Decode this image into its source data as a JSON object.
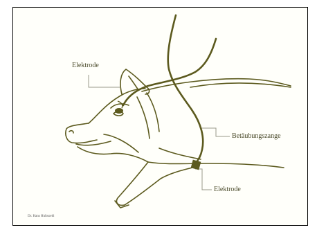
{
  "labels": {
    "electrode_head": "Elektrode",
    "tongs": "Betäubungszange",
    "electrode_body": "Elektrode"
  },
  "credit": "Dr. Hans Hultsoehl",
  "colors": {
    "line": "#5c5a1e",
    "leader": "#9a9a8a",
    "frame": "#000000",
    "background": "#fffffa"
  }
}
